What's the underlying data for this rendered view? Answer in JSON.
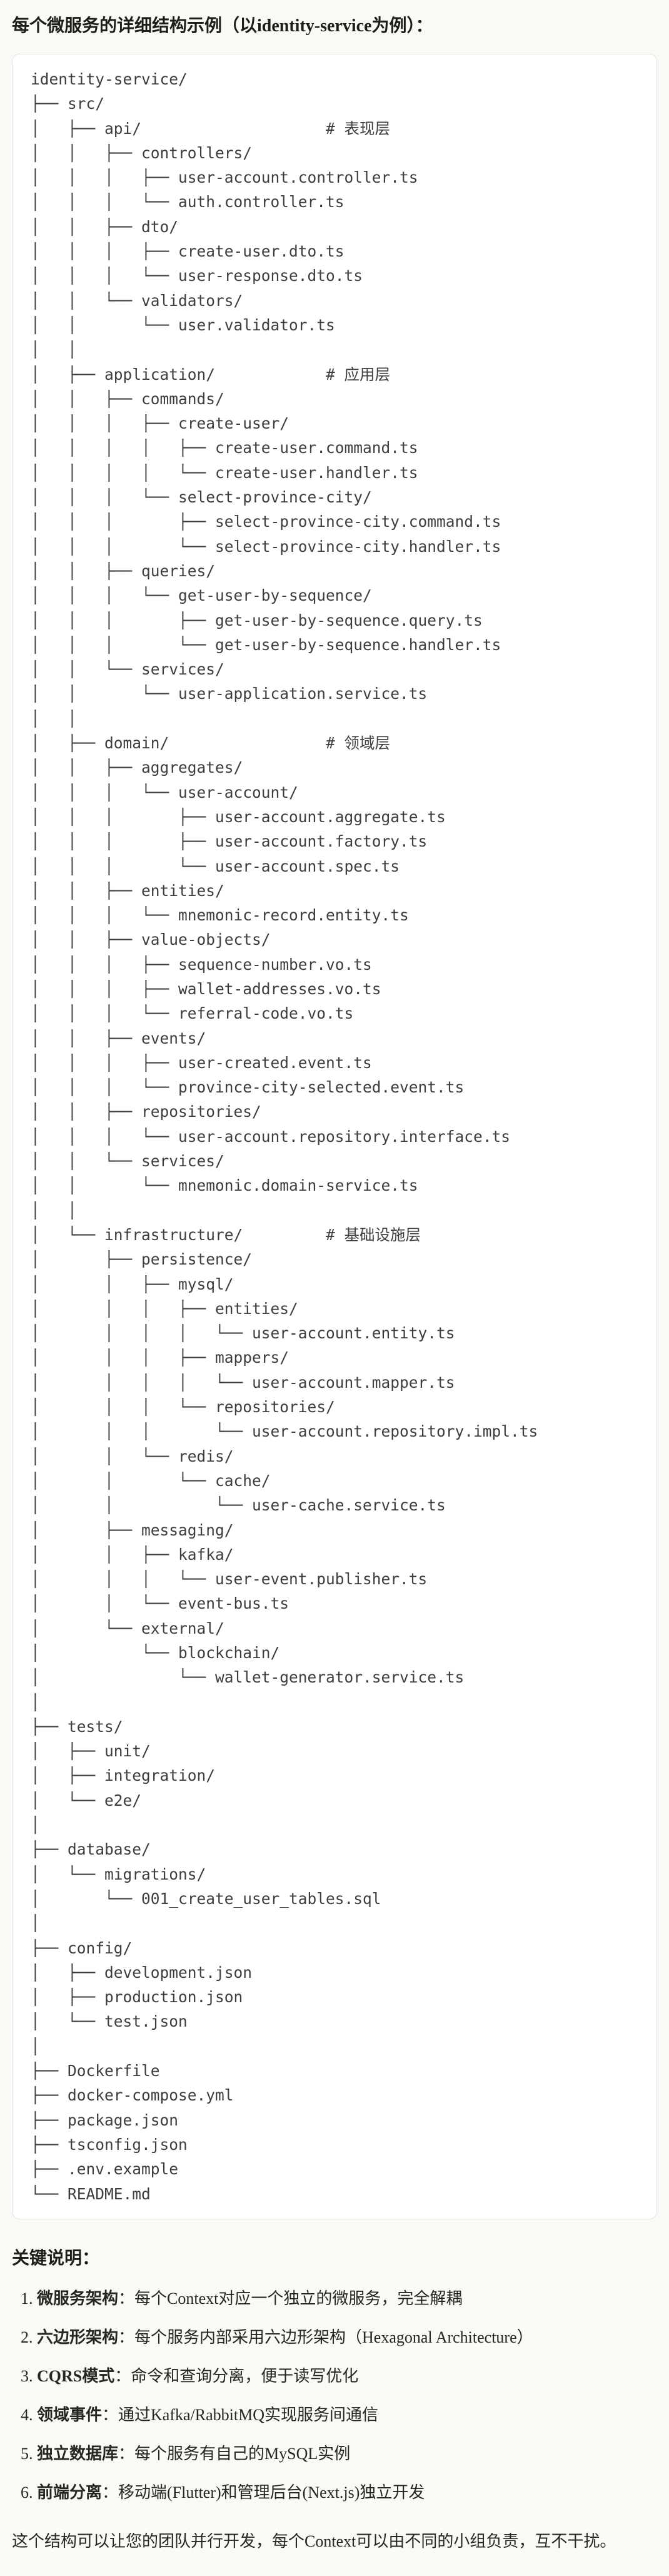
{
  "page": {
    "title": "每个微服务的详细结构示例（以identity-service为例）："
  },
  "colors": {
    "page_bg": "#FAF9F5",
    "code_block_bg": "#FFFFFF",
    "code_block_border": "#E5E3DB",
    "code_text": "#3E3E3A",
    "prose_text": "#262624"
  },
  "code_block": {
    "lines": [
      "identity-service/",
      "├── src/",
      "│   ├── api/                    # 表现层",
      "│   │   ├── controllers/",
      "│   │   │   ├── user-account.controller.ts",
      "│   │   │   └── auth.controller.ts",
      "│   │   ├── dto/",
      "│   │   │   ├── create-user.dto.ts",
      "│   │   │   └── user-response.dto.ts",
      "│   │   └── validators/",
      "│   │       └── user.validator.ts",
      "│   │",
      "│   ├── application/            # 应用层",
      "│   │   ├── commands/",
      "│   │   │   ├── create-user/",
      "│   │   │   │   ├── create-user.command.ts",
      "│   │   │   │   └── create-user.handler.ts",
      "│   │   │   └── select-province-city/",
      "│   │   │       ├── select-province-city.command.ts",
      "│   │   │       └── select-province-city.handler.ts",
      "│   │   ├── queries/",
      "│   │   │   └── get-user-by-sequence/",
      "│   │   │       ├── get-user-by-sequence.query.ts",
      "│   │   │       └── get-user-by-sequence.handler.ts",
      "│   │   └── services/",
      "│   │       └── user-application.service.ts",
      "│   │",
      "│   ├── domain/                 # 领域层",
      "│   │   ├── aggregates/",
      "│   │   │   └── user-account/",
      "│   │   │       ├── user-account.aggregate.ts",
      "│   │   │       ├── user-account.factory.ts",
      "│   │   │       └── user-account.spec.ts",
      "│   │   ├── entities/",
      "│   │   │   └── mnemonic-record.entity.ts",
      "│   │   ├── value-objects/",
      "│   │   │   ├── sequence-number.vo.ts",
      "│   │   │   ├── wallet-addresses.vo.ts",
      "│   │   │   └── referral-code.vo.ts",
      "│   │   ├── events/",
      "│   │   │   ├── user-created.event.ts",
      "│   │   │   └── province-city-selected.event.ts",
      "│   │   ├── repositories/",
      "│   │   │   └── user-account.repository.interface.ts",
      "│   │   └── services/",
      "│   │       └── mnemonic.domain-service.ts",
      "│   │",
      "│   └── infrastructure/         # 基础设施层",
      "│       ├── persistence/",
      "│       │   ├── mysql/",
      "│       │   │   ├── entities/",
      "│       │   │   │   └── user-account.entity.ts",
      "│       │   │   ├── mappers/",
      "│       │   │   │   └── user-account.mapper.ts",
      "│       │   │   └── repositories/",
      "│       │   │       └── user-account.repository.impl.ts",
      "│       │   └── redis/",
      "│       │       └── cache/",
      "│       │           └── user-cache.service.ts",
      "│       ├── messaging/",
      "│       │   ├── kafka/",
      "│       │   │   └── user-event.publisher.ts",
      "│       │   └── event-bus.ts",
      "│       └── external/",
      "│           └── blockchain/",
      "│               └── wallet-generator.service.ts",
      "│",
      "├── tests/",
      "│   ├── unit/",
      "│   ├── integration/",
      "│   └── e2e/",
      "│",
      "├── database/",
      "│   └── migrations/",
      "│       └── 001_create_user_tables.sql",
      "│",
      "├── config/",
      "│   ├── development.json",
      "│   ├── production.json",
      "│   └── test.json",
      "│",
      "├── Dockerfile",
      "├── docker-compose.yml",
      "├── package.json",
      "├── tsconfig.json",
      "├── .env.example",
      "└── README.md"
    ]
  },
  "notes": {
    "heading": "关键说明：",
    "items": [
      {
        "num": "1. ",
        "term": "微服务架构",
        "text": "：每个Context对应一个独立的微服务，完全解耦"
      },
      {
        "num": "2. ",
        "term": "六边形架构",
        "text": "：每个服务内部采用六边形架构（Hexagonal Architecture）"
      },
      {
        "num": "3. ",
        "term": "CQRS模式",
        "text": "：命令和查询分离，便于读写优化"
      },
      {
        "num": "4. ",
        "term": "领域事件",
        "text": "：通过Kafka/RabbitMQ实现服务间通信"
      },
      {
        "num": "5. ",
        "term": "独立数据库",
        "text": "：每个服务有自己的MySQL实例"
      },
      {
        "num": "6. ",
        "term": "前端分离",
        "text": "：移动端(Flutter)和管理后台(Next.js)独立开发"
      }
    ],
    "footer": "这个结构可以让您的团队并行开发，每个Context可以由不同的小组负责，互不干扰。"
  }
}
